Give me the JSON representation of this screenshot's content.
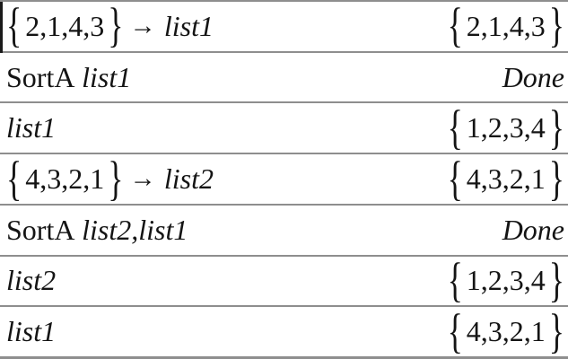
{
  "colors": {
    "background": "#ffffff",
    "text": "#141414",
    "separator": "#8e8e8e",
    "left_edge_line": "#1a1a1a"
  },
  "list_braces": {
    "open": "{",
    "close": "}"
  },
  "rows": [
    {
      "input": [
        {
          "kind": "list",
          "value": "2,1,4,3"
        },
        {
          "kind": "arrow",
          "value": "→"
        },
        {
          "kind": "italic",
          "value": "list1"
        }
      ],
      "output": [
        {
          "kind": "list",
          "value": "2,1,4,3"
        }
      ]
    },
    {
      "input": [
        {
          "kind": "plain",
          "value": "SortA"
        },
        {
          "kind": "italic",
          "value": "list1"
        }
      ],
      "output": [
        {
          "kind": "italic",
          "value": "Done"
        }
      ]
    },
    {
      "input": [
        {
          "kind": "italic",
          "value": "list1"
        }
      ],
      "output": [
        {
          "kind": "list",
          "value": "1,2,3,4"
        }
      ]
    },
    {
      "input": [
        {
          "kind": "list",
          "value": "4,3,2,1"
        },
        {
          "kind": "arrow",
          "value": "→"
        },
        {
          "kind": "italic",
          "value": "list2"
        }
      ],
      "output": [
        {
          "kind": "list",
          "value": "4,3,2,1"
        }
      ]
    },
    {
      "input": [
        {
          "kind": "plain",
          "value": "SortA"
        },
        {
          "kind": "italic",
          "value": "list2,list1"
        }
      ],
      "output": [
        {
          "kind": "italic",
          "value": "Done"
        }
      ]
    },
    {
      "input": [
        {
          "kind": "italic",
          "value": "list2"
        }
      ],
      "output": [
        {
          "kind": "list",
          "value": "1,2,3,4"
        }
      ]
    },
    {
      "input": [
        {
          "kind": "italic",
          "value": "list1"
        }
      ],
      "output": [
        {
          "kind": "list",
          "value": "4,3,2,1"
        }
      ]
    }
  ]
}
